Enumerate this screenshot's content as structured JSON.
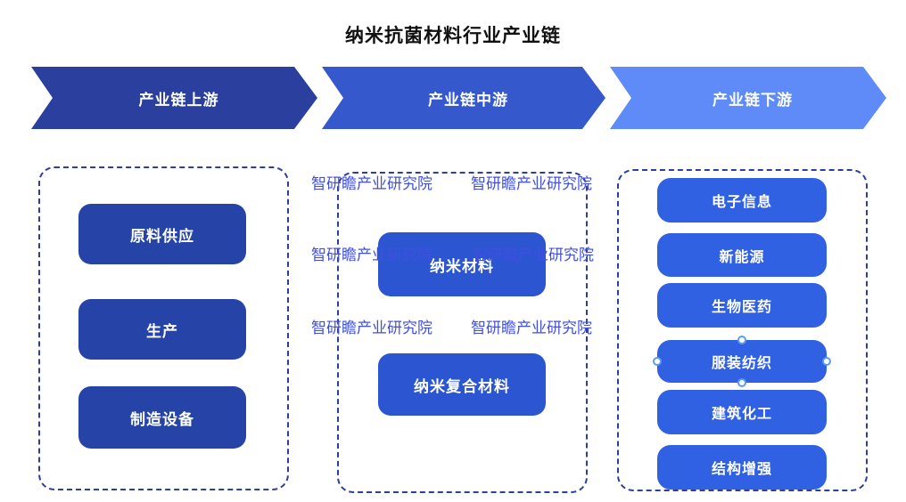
{
  "title": "纳米抗菌材料行业产业链",
  "watermark": {
    "text": "智研瞻产业研究院",
    "color": "#3F4FE0"
  },
  "stages": [
    {
      "label": "产业链上游",
      "arrow_color": "#2B3F9F",
      "node_color": "#2644A8",
      "items": [
        "原料供应",
        "生产",
        "制造设备"
      ]
    },
    {
      "label": "产业链中游",
      "arrow_color": "#3558CC",
      "node_color": "#2C55D2",
      "items": [
        "纳米材料",
        "纳米复合材料"
      ]
    },
    {
      "label": "产业链下游",
      "arrow_color": "#5E8BF7",
      "node_color": "#3161E3",
      "items": [
        "电子信息",
        "新能源",
        "生物医药",
        "服装纺织",
        "建筑化工",
        "结构增强"
      ]
    }
  ],
  "selection": {
    "selected_item": "服装纺织",
    "handle_color": "#5B9BF8"
  },
  "colors": {
    "dashed_border": "#2B3F9E",
    "background": "#ffffff",
    "title_text": "#111111",
    "node_text": "#ffffff"
  }
}
